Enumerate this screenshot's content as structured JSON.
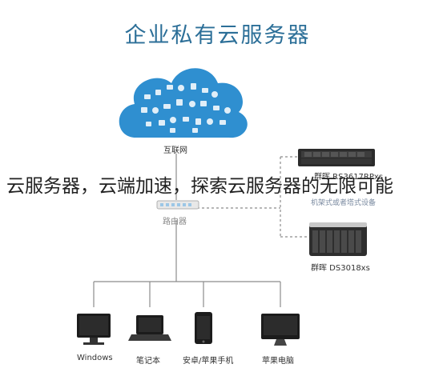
{
  "diagram": {
    "title": "企业私有云服务器",
    "internet_label": "互联网",
    "router_label": "路由器",
    "rack_server": {
      "label": "群晖 RS3617RPxs",
      "sublabel": "机架式或者塔式设备"
    },
    "tower_server": {
      "label": "群晖 DS3018xs"
    },
    "clients": [
      {
        "label": "Windows",
        "icon": "monitor-icon"
      },
      {
        "label": "笔记本",
        "icon": "laptop-icon"
      },
      {
        "label": "安卓/苹果手机",
        "icon": "phone-icon"
      },
      {
        "label": "苹果电脑",
        "icon": "imac-icon"
      }
    ]
  },
  "overlay_text": "云服务器，云端加速，探索云服务器的无限可能",
  "colors": {
    "cloud": "#2f8fd0",
    "line": "#8c8c8c",
    "title": "#2c6f98"
  }
}
